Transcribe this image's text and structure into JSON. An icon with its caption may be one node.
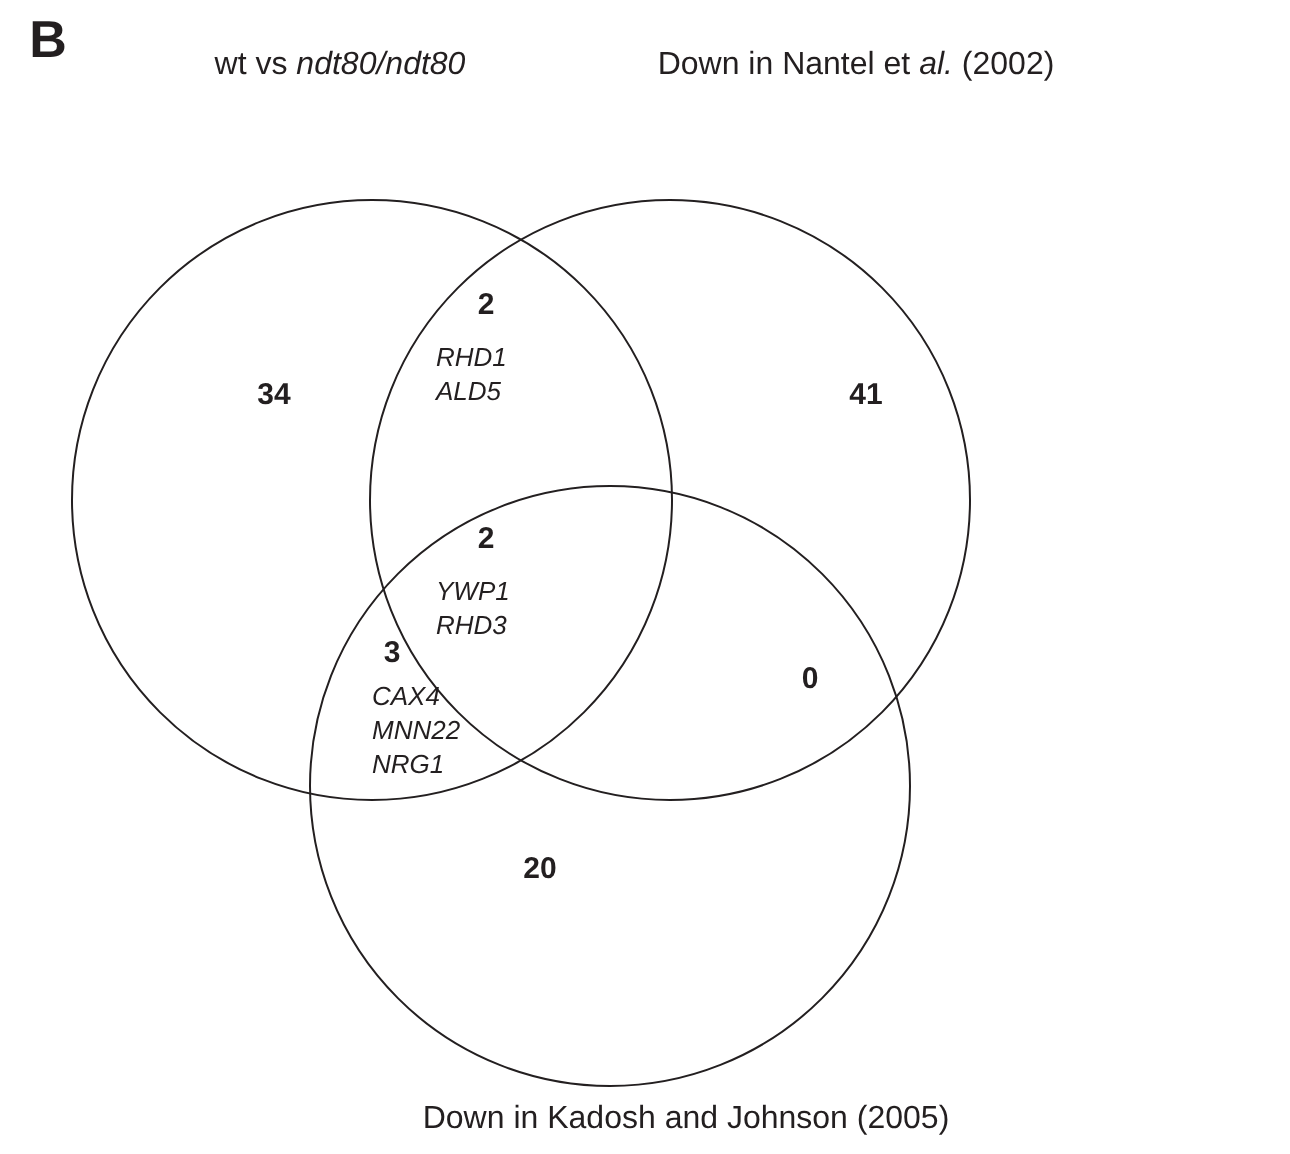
{
  "diagram": {
    "nodes": [
      {
        "text": [],
        "shape": "circle",
        "beside": [
          "wt vs *ndt80/ndt80*"
        ]
      },
      {
        "text": [],
        "shape": "circle",
        "beside": [
          "Down in Nantel et *al.* (2002)"
        ]
      },
      {
        "text": [],
        "shape": "circle",
        "beside": [
          "Down in Kadosh and Johnson (2005)"
        ]
      }
    ],
    "labels": [
      "B",
      "2",
      "RHD1 ALD5",
      "34",
      "41",
      "2",
      "YWP1 RHD3",
      "3",
      "CAX4 MNN22 NRG1",
      "0",
      "20"
    ]
  }
}
